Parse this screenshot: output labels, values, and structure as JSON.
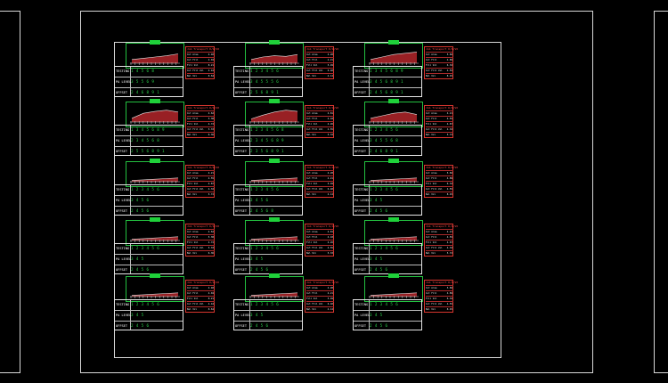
{
  "colors": {
    "background": "#000000",
    "frame": "#d8d8d8",
    "chart_border": "#23c040",
    "grid_value": "#28d44a",
    "legend_border": "#d9352e",
    "curve_fill": "#b3262a"
  },
  "row_labels": [
    "TESTING",
    "PA LEVEL",
    "OFFSET"
  ],
  "sheets": [
    {
      "legend_title": "Job Transport D/G/VO",
      "grid": [
        "1 4 5 6 8",
        "3 5 5 6 9",
        "2 4 6 8 9 1"
      ],
      "legend": [
        [
          "Cut Area",
          "4.40"
        ],
        [
          "Cut Fill",
          "4.04"
        ],
        [
          "Fill Vol",
          "8.21"
        ],
        [
          "Cut Fill Vol",
          "4.44"
        ],
        [
          "Bal Vol",
          "8.64"
        ]
      ],
      "curve": [
        0.3,
        0.4,
        0.5,
        0.6,
        0.75
      ]
    },
    {
      "legend_title": "Job Transport D/G/VO",
      "grid": [
        "1 2 3 4 5 6",
        "3 4 5 5 5 6",
        "2 5 6 8 9 1"
      ],
      "legend": [
        [
          "Cut Area",
          "4.28"
        ],
        [
          "Cut Fill",
          "4.21"
        ],
        [
          "Fill Vol",
          "5.49"
        ],
        [
          "Cut Fill Vol",
          "6.40"
        ],
        [
          "Bal Vol",
          "4.14"
        ]
      ],
      "curve": [
        0.3,
        0.5,
        0.6,
        0.55,
        0.7
      ]
    },
    {
      "legend_title": "Job Transport D/G/VO",
      "grid": [
        "1 3 4 5 6 8 9",
        "3 4 5 6 8 9 1",
        "2 4 5 6 8 9 1"
      ],
      "legend": [
        [
          "Cut Area",
          "5.66"
        ],
        [
          "Cut Fill",
          "4.89"
        ],
        [
          "Fill Vol",
          "6.32"
        ],
        [
          "Cut Fill Vol",
          "4.55"
        ],
        [
          "Bal Vol",
          "8.45"
        ]
      ],
      "curve": [
        0.3,
        0.5,
        0.7,
        0.8,
        0.9
      ]
    },
    {
      "legend_title": "Job Transport D/G/VO",
      "grid": [
        "1 3 4 5 6 8 9",
        "2 3 4 5 6 8",
        "2 5 5 6 8 9 1"
      ],
      "legend": [
        [
          "Cut Area",
          "4.62"
        ],
        [
          "Cut Fill",
          "5.38"
        ],
        [
          "Fill Vol",
          "4.72"
        ],
        [
          "Cut Fill Vol",
          "5.33"
        ],
        [
          "Bal Vol",
          "6.36"
        ]
      ],
      "curve": [
        0.3,
        0.7,
        0.85,
        0.95,
        0.8
      ]
    },
    {
      "legend_title": "Job Transport D/G/VO",
      "grid": [
        "1 2 3 4 5 6 8",
        "2 3 4 5 6 8 9",
        "2 3 5 6 8 9 1"
      ],
      "legend": [
        [
          "Cut Area",
          "4.81"
        ],
        [
          "Cut Fill",
          "4.18"
        ],
        [
          "Fill Vol",
          "4.26"
        ],
        [
          "Cut Fill Vol",
          "4.55"
        ],
        [
          "Bal Vol",
          "5.33"
        ]
      ],
      "curve": [
        0.25,
        0.55,
        0.8,
        0.95,
        0.85
      ]
    },
    {
      "legend_title": "Job Transport D/G/VO",
      "grid": [
        "1 2 3 4 5 6",
        "3 4 5 5 6 8",
        "2 4 6 8 9 1"
      ],
      "legend": [
        [
          "Cut Area",
          "4.21"
        ],
        [
          "Cut Fill",
          "4.55"
        ],
        [
          "Fill Vol",
          "4.87"
        ],
        [
          "Cut Fill Vol",
          "4.32"
        ],
        [
          "Bal Vol",
          "5.72"
        ]
      ],
      "curve": [
        0.3,
        0.5,
        0.7,
        0.8,
        0.6
      ]
    },
    {
      "legend_title": "Job Transport D/G/VO",
      "grid": [
        "1 2 3 4 5 6",
        "3 4 5 6",
        "2 4 5 6"
      ],
      "legend": [
        [
          "Cut Area",
          "4.21"
        ],
        [
          "Cut Fill",
          "4.55"
        ],
        [
          "Fill Vol",
          "4.87"
        ],
        [
          "Cut Fill Vol",
          "4.32"
        ],
        [
          "Bal Vol",
          "5.72"
        ]
      ],
      "curve": [
        0.1,
        0.15,
        0.2,
        0.25,
        0.3
      ]
    },
    {
      "legend_title": "Job Transport D/G/VO",
      "grid": [
        "1 2 3 4 5 6",
        "3 4 5 6",
        "2 4 5 6 8"
      ],
      "legend": [
        [
          "Cut Area",
          "4.28"
        ],
        [
          "Cut Fill",
          "4.21"
        ],
        [
          "Fill Vol",
          "5.49"
        ],
        [
          "Cut Fill Vol",
          "6.40"
        ],
        [
          "Bal Vol",
          "4.14"
        ]
      ],
      "curve": [
        0.1,
        0.15,
        0.2,
        0.25,
        0.3
      ]
    },
    {
      "legend_title": "Job Transport D/G/VO",
      "grid": [
        "1 2 3 4 5 6",
        "3 4 5",
        "2 4 5 6"
      ],
      "legend": [
        [
          "Cut Area",
          "5.66"
        ],
        [
          "Cut Fill",
          "4.89"
        ],
        [
          "Fill Vol",
          "6.32"
        ],
        [
          "Cut Fill Vol",
          "4.55"
        ],
        [
          "Bal Vol",
          "8.45"
        ]
      ],
      "curve": [
        0.1,
        0.15,
        0.2,
        0.25,
        0.3
      ]
    },
    {
      "legend_title": "Job Transport D/G/VO",
      "grid": [
        "1 2 3 4 5 6",
        "3 4 5",
        "2 4 5 6"
      ],
      "legend": [
        [
          "Cut Area",
          "4.62"
        ],
        [
          "Cut Fill",
          "5.38"
        ],
        [
          "Fill Vol",
          "4.72"
        ],
        [
          "Cut Fill Vol",
          "5.33"
        ],
        [
          "Bal Vol",
          "6.36"
        ]
      ],
      "curve": [
        0.1,
        0.15,
        0.2,
        0.25,
        0.3
      ]
    },
    {
      "legend_title": "Job Transport D/G/VO",
      "grid": [
        "1 2 3 4 5 6",
        "3 4 5",
        "2 4 5 6"
      ],
      "legend": [
        [
          "Cut Area",
          "4.81"
        ],
        [
          "Cut Fill",
          "4.18"
        ],
        [
          "Fill Vol",
          "4.26"
        ],
        [
          "Cut Fill Vol",
          "4.55"
        ],
        [
          "Bal Vol",
          "5.33"
        ]
      ],
      "curve": [
        0.1,
        0.15,
        0.2,
        0.25,
        0.3
      ]
    },
    {
      "legend_title": "Job Transport D/G/VO",
      "grid": [
        "1 2 3 4 5 6",
        "3 4 5",
        "2 4 5 6"
      ],
      "legend": [
        [
          "Cut Area",
          "4.21"
        ],
        [
          "Cut Fill",
          "4.55"
        ],
        [
          "Fill Vol",
          "4.87"
        ],
        [
          "Cut Fill Vol",
          "4.32"
        ],
        [
          "Bal Vol",
          "5.72"
        ]
      ],
      "curve": [
        0.1,
        0.15,
        0.2,
        0.25,
        0.3
      ]
    },
    {
      "legend_title": "Job Transport D/G/VO",
      "grid": [
        "1 2 3 4 5 6",
        "3 4 5",
        "2 4 5 6"
      ],
      "legend": [
        [
          "Cut Area",
          "4.40"
        ],
        [
          "Cut Fill",
          "4.04"
        ],
        [
          "Fill Vol",
          "8.21"
        ],
        [
          "Cut Fill Vol",
          "4.44"
        ],
        [
          "Bal Vol",
          "8.64"
        ]
      ],
      "curve": [
        0.1,
        0.15,
        0.2,
        0.25,
        0.3
      ]
    },
    {
      "legend_title": "Job Transport D/G/VO",
      "grid": [
        "1 2 3 4 5 6",
        "3 4 5",
        "2 4 5 6"
      ],
      "legend": [
        [
          "Cut Area",
          "4.28"
        ],
        [
          "Cut Fill",
          "4.21"
        ],
        [
          "Fill Vol",
          "5.49"
        ],
        [
          "Cut Fill Vol",
          "6.40"
        ],
        [
          "Bal Vol",
          "4.14"
        ]
      ],
      "curve": [
        0.1,
        0.15,
        0.2,
        0.25,
        0.3
      ]
    },
    {
      "legend_title": "Job Transport D/G/VO",
      "grid": [
        "1 2 3 4 5 6",
        "3 4 5",
        "2 4 5 6"
      ],
      "legend": [
        [
          "Cut Area",
          "5.66"
        ],
        [
          "Cut Fill",
          "4.89"
        ],
        [
          "Fill Vol",
          "6.32"
        ],
        [
          "Cut Fill Vol",
          "4.55"
        ],
        [
          "Bal Vol",
          "8.45"
        ]
      ],
      "curve": [
        0.1,
        0.15,
        0.2,
        0.25,
        0.3
      ]
    }
  ]
}
